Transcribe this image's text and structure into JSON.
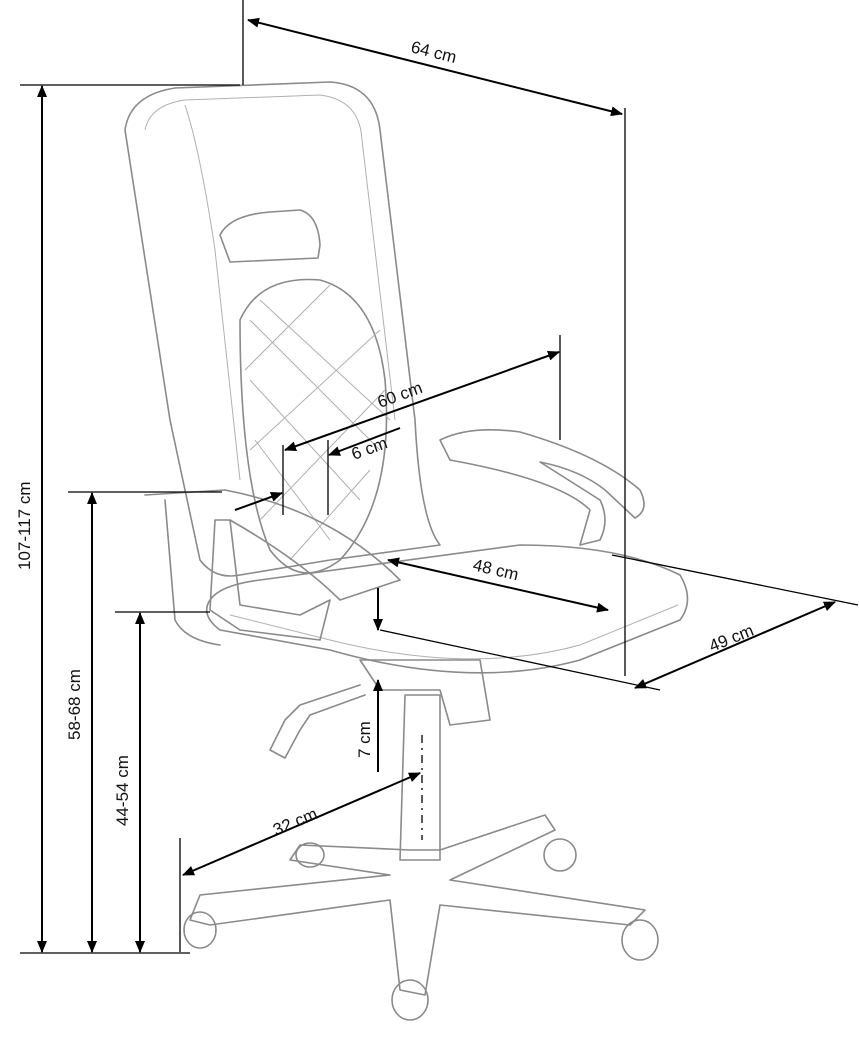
{
  "title": "Office chair dimensions",
  "dimensions": {
    "width_overall": "64 cm",
    "seat_width": "60 cm",
    "armrest_width": "6 cm",
    "seat_depth": "48 cm",
    "depth": "49 cm",
    "total_height": "107-117 cm",
    "armrest_height": "58-68 cm",
    "seat_height": "44-54 cm",
    "cushion_thickness": "7 cm",
    "base_radius": "32 cm"
  }
}
